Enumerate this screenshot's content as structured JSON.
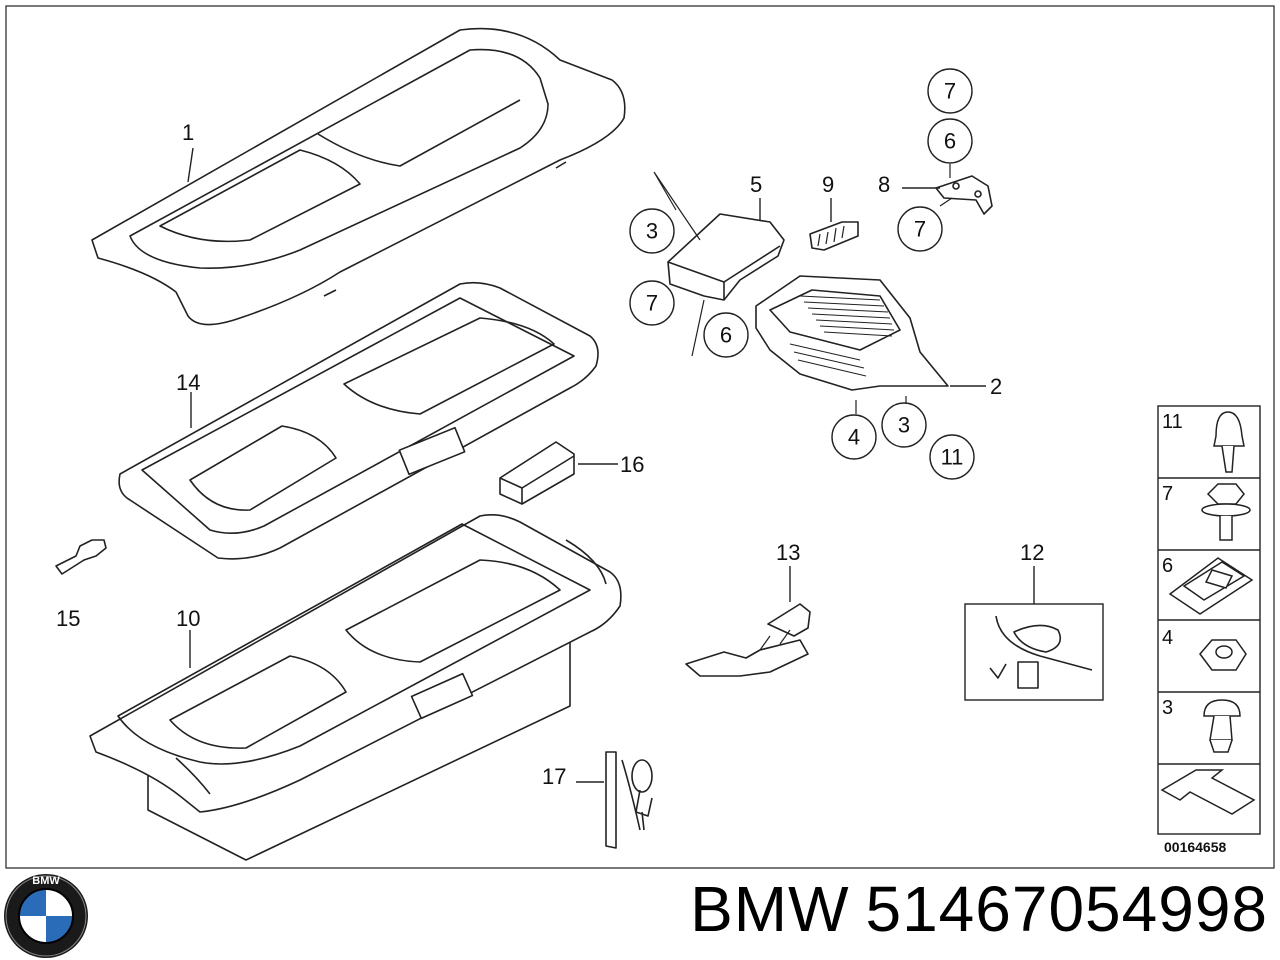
{
  "callouts": {
    "c1": "1",
    "c14": "14",
    "c10": "10",
    "c15": "15",
    "c16": "16",
    "c5": "5",
    "c9": "9",
    "c8": "8",
    "c2": "2",
    "c13": "13",
    "c12": "12",
    "c17": "17",
    "circ3a": "3",
    "circ7a": "7",
    "circ6a": "6",
    "circ7top": "7",
    "circ6top": "6",
    "circ7b": "7",
    "circ4": "4",
    "circ3b": "3",
    "circ11": "11"
  },
  "key": {
    "k11": "11",
    "k7": "7",
    "k6": "6",
    "k4": "4",
    "k3": "3"
  },
  "diagram_code": "00164658",
  "footer": {
    "brand": "BMW",
    "part_number": "51467054998",
    "logo_letters": "BMW"
  }
}
